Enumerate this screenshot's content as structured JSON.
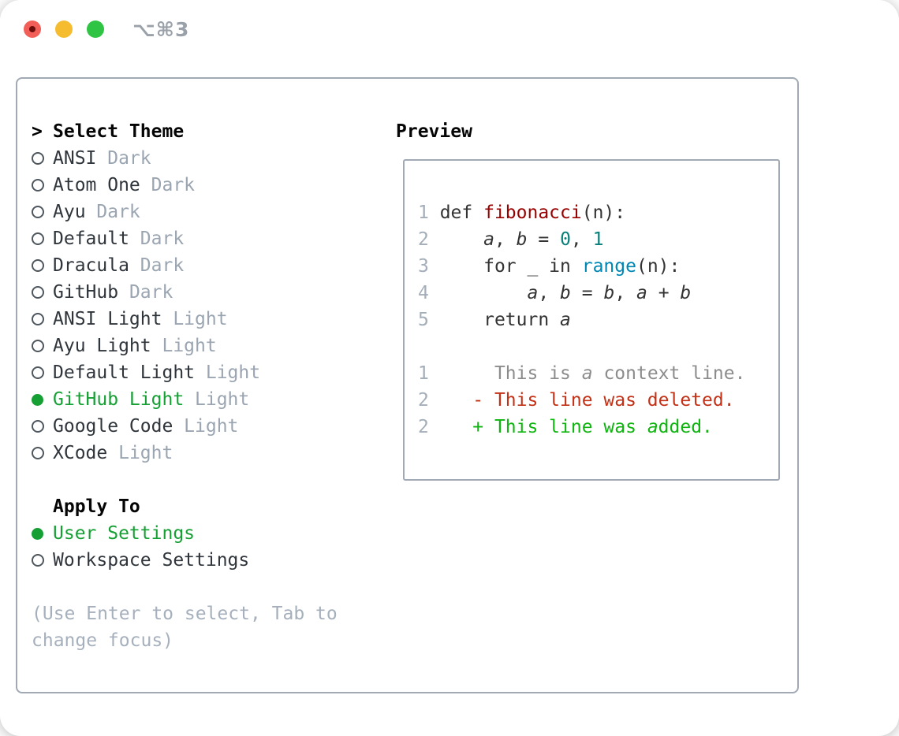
{
  "window": {
    "title": "⌥⌘3"
  },
  "theme_list": {
    "header": {
      "prefix": ">",
      "label": "Select Theme"
    },
    "items": [
      {
        "name": "ANSI",
        "variant": "Dark",
        "selected": false
      },
      {
        "name": "Atom One",
        "variant": "Dark",
        "selected": false
      },
      {
        "name": "Ayu",
        "variant": "Dark",
        "selected": false
      },
      {
        "name": "Default",
        "variant": "Dark",
        "selected": false
      },
      {
        "name": "Dracula",
        "variant": "Dark",
        "selected": false
      },
      {
        "name": "GitHub",
        "variant": "Dark",
        "selected": false
      },
      {
        "name": "ANSI Light",
        "variant": "Light",
        "selected": false
      },
      {
        "name": "Ayu Light",
        "variant": "Light",
        "selected": false
      },
      {
        "name": "Default Light",
        "variant": "Light",
        "selected": false
      },
      {
        "name": "GitHub Light",
        "variant": "Light",
        "selected": true
      },
      {
        "name": "Google Code",
        "variant": "Light",
        "selected": false
      },
      {
        "name": "XCode",
        "variant": "Light",
        "selected": false
      }
    ]
  },
  "apply_to": {
    "header": "Apply To",
    "options": [
      {
        "label": "User Settings",
        "selected": true
      },
      {
        "label": "Workspace Settings",
        "selected": false
      }
    ]
  },
  "hint": {
    "line1": "(Use Enter to select, Tab to",
    "line2": "change focus)"
  },
  "preview": {
    "header": "Preview",
    "code_lines": [
      [
        {
          "t": "1 ",
          "c": "ln"
        },
        {
          "t": "def ",
          "c": "pl"
        },
        {
          "t": "fibonacci",
          "c": "fn"
        },
        {
          "t": "(n):",
          "c": "pl"
        }
      ],
      [
        {
          "t": "2 ",
          "c": "ln"
        },
        {
          "t": "    ",
          "c": "pl"
        },
        {
          "t": "a",
          "c": "var"
        },
        {
          "t": ", ",
          "c": "pl"
        },
        {
          "t": "b",
          "c": "var"
        },
        {
          "t": " = ",
          "c": "pl"
        },
        {
          "t": "0",
          "c": "num"
        },
        {
          "t": ", ",
          "c": "pl"
        },
        {
          "t": "1",
          "c": "num"
        }
      ],
      [
        {
          "t": "3 ",
          "c": "ln"
        },
        {
          "t": "    for _ in ",
          "c": "pl"
        },
        {
          "t": "range",
          "c": "bi"
        },
        {
          "t": "(n):",
          "c": "pl"
        }
      ],
      [
        {
          "t": "4 ",
          "c": "ln"
        },
        {
          "t": "        ",
          "c": "pl"
        },
        {
          "t": "a",
          "c": "var"
        },
        {
          "t": ", ",
          "c": "pl"
        },
        {
          "t": "b",
          "c": "var"
        },
        {
          "t": " = ",
          "c": "pl"
        },
        {
          "t": "b",
          "c": "var"
        },
        {
          "t": ", ",
          "c": "pl"
        },
        {
          "t": "a",
          "c": "var"
        },
        {
          "t": " + ",
          "c": "pl"
        },
        {
          "t": "b",
          "c": "var"
        }
      ],
      [
        {
          "t": "5 ",
          "c": "ln"
        },
        {
          "t": "    return ",
          "c": "pl"
        },
        {
          "t": "a",
          "c": "var"
        }
      ],
      [],
      [
        {
          "t": "1",
          "c": "ln"
        },
        {
          "t": "      ",
          "c": "pl"
        },
        {
          "t": "This is ",
          "c": "ctx"
        },
        {
          "t": "a",
          "c": "ctxi"
        },
        {
          "t": " context line.",
          "c": "ctx"
        }
      ],
      [
        {
          "t": "2",
          "c": "ln"
        },
        {
          "t": "    ",
          "c": "pl"
        },
        {
          "t": "- This line was deleted.",
          "c": "del"
        }
      ],
      [
        {
          "t": "2",
          "c": "ln"
        },
        {
          "t": "    ",
          "c": "pl"
        },
        {
          "t": "+ This line was ",
          "c": "add"
        },
        {
          "t": "a",
          "c": "addi"
        },
        {
          "t": "dded.",
          "c": "add"
        }
      ]
    ]
  },
  "colors": {
    "accent_green": "#16a034",
    "panel_border": "#a0a9b4",
    "muted_gray": "#9aa5b1",
    "hint_gray": "#a6b0bc",
    "line_number": "#a4aeb9",
    "code_plain": "#333333",
    "code_function": "#990000",
    "code_number": "#0a807a",
    "code_builtin": "#0086b3",
    "diff_context": "#8c8c8c",
    "diff_deleted": "#c23016",
    "diff_added": "#10b410",
    "traffic_red": "#f25f58",
    "traffic_yellow": "#f5bc30",
    "traffic_green": "#2fc444"
  }
}
